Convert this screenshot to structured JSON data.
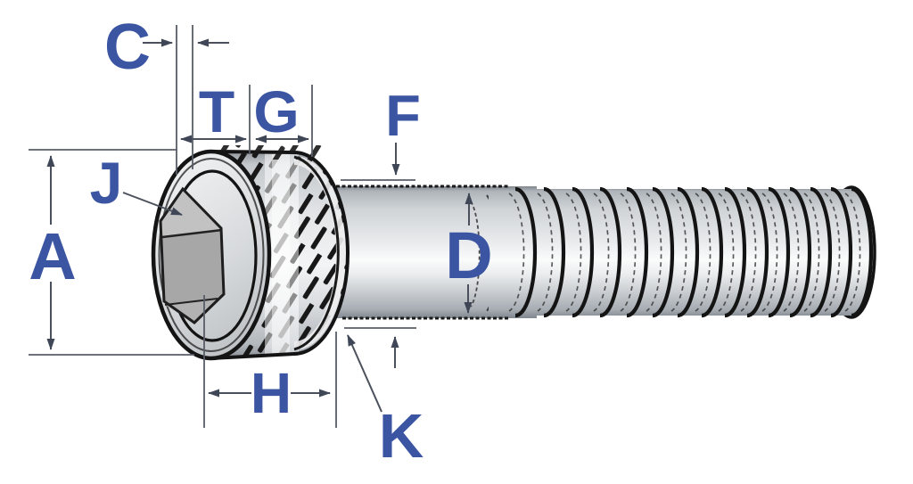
{
  "diagram": {
    "subject": "socket head cap screw dimension drawing",
    "labels": {
      "c": "C",
      "t": "T",
      "g": "G",
      "f": "F",
      "j": "J",
      "a": "A",
      "d": "D",
      "h": "H",
      "k": "K"
    },
    "colors": {
      "label_blue": "#3b55a3",
      "dimension_line": "#4b515c",
      "arrowhead": "#3f4656",
      "outline": "#161616",
      "metal_light": "#fafbfb",
      "metal_dark": "#7c838a",
      "socket_gray": "#a7a7a7",
      "background": "#ffffff"
    }
  }
}
